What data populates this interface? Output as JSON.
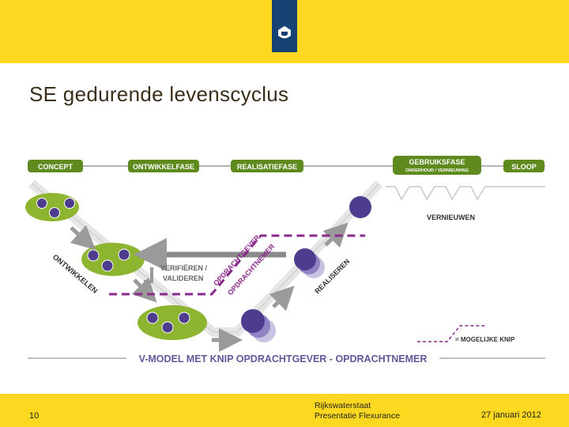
{
  "slide": {
    "title": "SE gedurende levenscyclus",
    "page_number": "10",
    "organisation": "Rijkswaterstaat",
    "presentation": "Presentatie Flexurance",
    "date": "27 januari 2012"
  },
  "diagram": {
    "phases": {
      "concept": "CONCEPT",
      "ontwikkelfase": "ONTWIKKELFASE",
      "realisatiefase": "REALISATIEFASE",
      "gebruiksfase": "GEBRUIKSFASE",
      "gebruiksfase_sub": "ONDERHOUD / VERNIEUWING",
      "sloop": "SLOOP"
    },
    "labels": {
      "ontwikkelen": "ONTWIKKELEN",
      "verifieren_1": "VERIFIËREN /",
      "verifieren_2": "VALIDEREN",
      "opdrachtgever": "OPDRACHTGEVER",
      "opdrachtnemer": "OPDRACHTNEMER",
      "realiseren": "REALISEREN",
      "vernieuwen": "VERNIEUWEN",
      "knip_legend": "= MOGELIJKE KNIP",
      "caption": "V-MODEL MET KNIP OPDRACHTGEVER - OPDRACHTNEMER"
    },
    "colors": {
      "green": "#8db530",
      "green_dark": "#5e8a1e",
      "purple": "#4e3d8e",
      "knip": "#8a2a8c",
      "grey": "#9a9a9a"
    }
  }
}
